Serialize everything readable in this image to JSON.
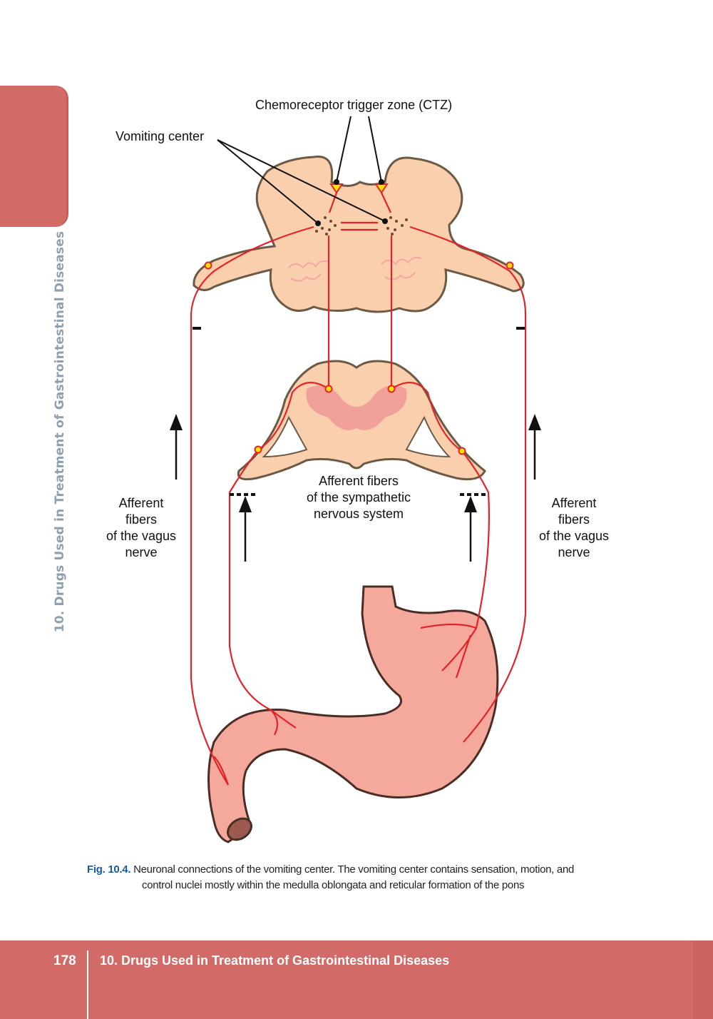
{
  "side_tab": {
    "label": "10. Drugs Used in Treatment of Gastrointestinal Diseases"
  },
  "figure": {
    "labels": {
      "ctz": "Chemoreceptor trigger zone (CTZ)",
      "vomiting_center": "Vomiting center",
      "vagus_left": [
        "Afferent",
        "fibers",
        "of the vagus",
        "nerve"
      ],
      "sympathetic": [
        "Afferent fibers",
        "of the sympathetic",
        "nervous system"
      ],
      "vagus_right": [
        "Afferent",
        "fibers",
        "of the vagus",
        "nerve"
      ]
    },
    "colors": {
      "nerve": "#e3232a",
      "tissue": "#f9cfae",
      "stomach": "#f5a99d",
      "accent": "#d26b67"
    }
  },
  "caption": {
    "fig_label": "Fig. 10.4.",
    "text_line1": "Neuronal connections of the vomiting center. The vomiting center contains sensation, motion, and",
    "text_line2": "control nuclei mostly within the medulla oblongata and reticular formation of the pons"
  },
  "footer": {
    "page_number": "178",
    "chapter_title": "10. Drugs Used in Treatment of Gastrointestinal Diseases"
  }
}
